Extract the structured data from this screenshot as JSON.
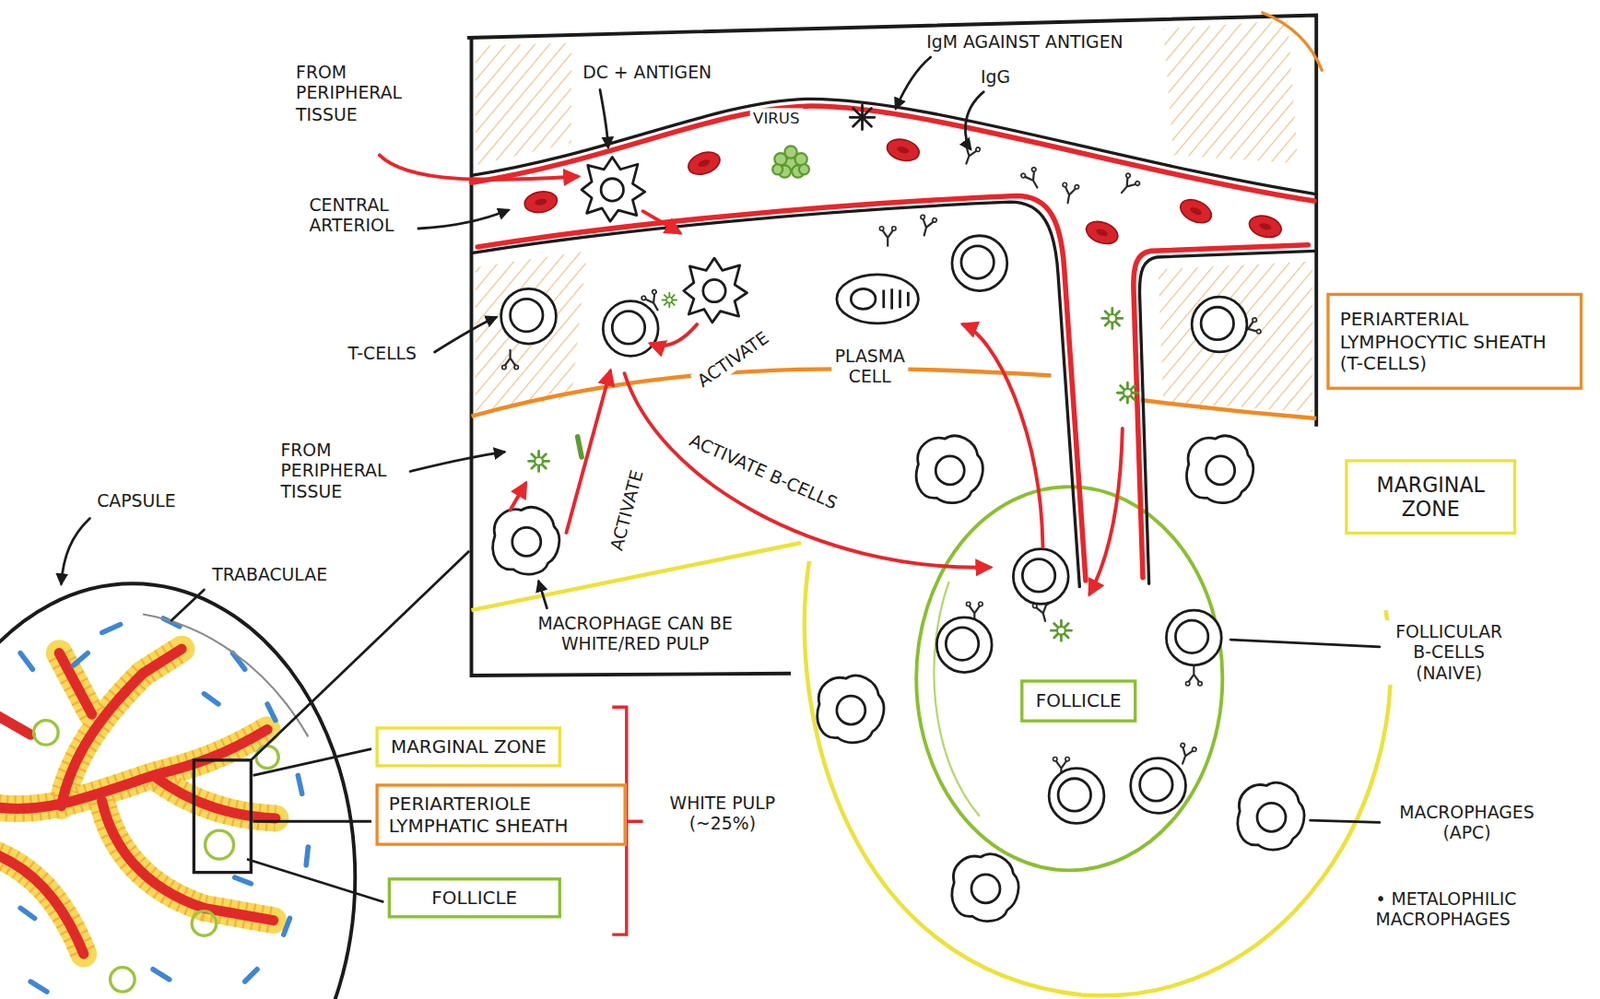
{
  "diagram": {
    "nodes": [
      {
        "text": [
          "PERIARTERIAL LYMPHOCYTIC SHEATH (T-CELLS)"
        ]
      },
      {
        "text": [
          "MARGINAL ZONE"
        ]
      },
      {
        "text": [
          "FOLLICLE"
        ]
      },
      {
        "text": [
          "MARGINAL ZONE"
        ]
      },
      {
        "text": [
          "PERIARTERIOLE LYMPHATIC SHEATH"
        ]
      },
      {
        "text": [
          "FOLLICLE"
        ]
      }
    ],
    "labels": [
      "FROM PERIPHERAL TISSUE",
      "DC + ANTIGEN",
      "IgM AGAINST ANTIGEN",
      "IgG",
      "VIRUS",
      "CENTRAL ARTERIOL",
      "T-CELLS",
      "ACTIVATE",
      "PLASMA CELL",
      "FROM PERIPHERAL TISSUE",
      "ACTIVATE",
      "ACTIVATE B-CELLS",
      "MACROPHAGE CAN BE WHITE/RED PULP",
      "CAPSULE",
      "TRABACULAE",
      "WHITE PULP (~25%)",
      "FOLLICULAR B-CELLS (NAIVE)",
      "MACROPHAGES (APC)",
      "• METALOPHILIC MACROPHAGES"
    ]
  }
}
